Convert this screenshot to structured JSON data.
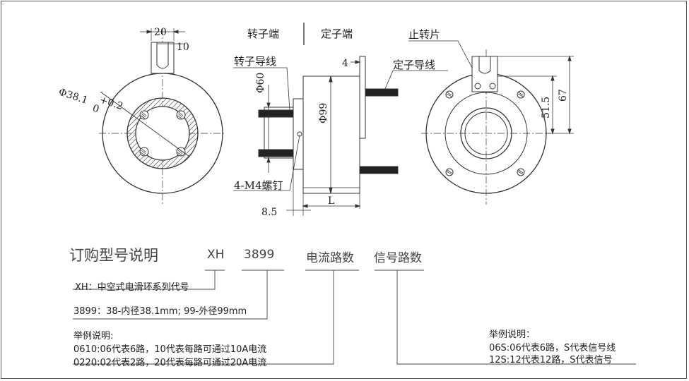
{
  "drawing": {
    "rotor_end": "转子端",
    "stator_end": "定子端",
    "rotor_wire": "转子导线",
    "stator_wire": "定子导线",
    "stop_tab": "止转片",
    "screws": "4-M4螺钉",
    "dims": {
      "slot_width": "20",
      "slot_depth": "10",
      "bore_dia": "Φ38.1",
      "tol_upper": "+0.2",
      "tol_lower": "0",
      "shaft_dia": "Φ60",
      "housing_dia": "Φ99",
      "flange_thk": "4",
      "rotor_len": "8.5",
      "length": "L",
      "tab_h1": "51.5",
      "tab_h2": "67"
    }
  },
  "order": {
    "title": "订购型号说明",
    "code_xh": "XH",
    "code_size": "3899",
    "code_circuits": "电流路数",
    "code_signal": "信号路数",
    "xh_desc": "XH：中空式电滑环系列代号",
    "size_desc": "3899：38-内径38.1mm; 99-外径99mm",
    "ex1_title": "举例说明:",
    "ex1_line1": "0610:06代表6路，10代表每路可通过10A电流",
    "ex1_line2": "0220:02代表2路，20代表每路可通过20A电流",
    "ex2_title": "举例说明：",
    "ex2_line1": "06S:06代表6路，S代表信号线",
    "ex2_line2": "12S:12代表12路，S代表信号"
  }
}
